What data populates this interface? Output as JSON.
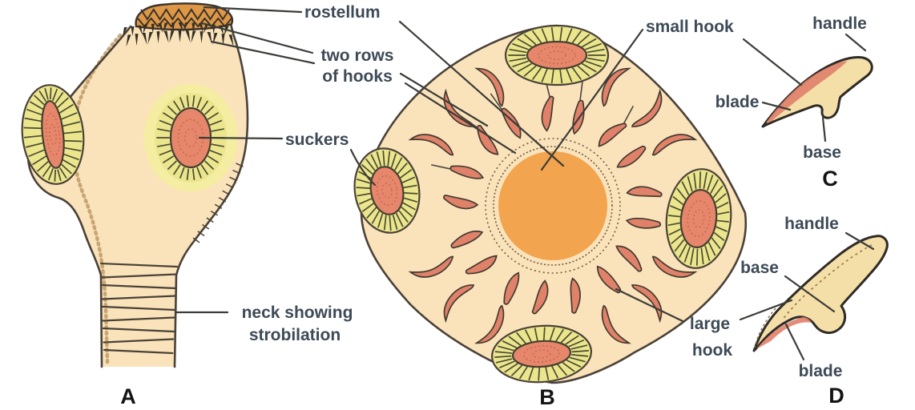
{
  "figure": {
    "kind": "labelled biology diagram, four panels"
  },
  "labels": {
    "rostellum": "rostellum",
    "two_rows_1": "two rows",
    "two_rows_2": "of hooks",
    "suckers": "suckers",
    "neck_1": "neck showing",
    "neck_2": "strobilation",
    "small_hook": "small hook",
    "handle_c": "handle",
    "blade_c": "blade",
    "base_c": "base",
    "handle_d": "handle",
    "base_d": "base",
    "large_1": "large",
    "large_2": "hook",
    "blade_d": "blade",
    "letter_a": "A",
    "letter_b": "B",
    "letter_c": "C",
    "letter_d": "D"
  },
  "colors": {
    "body": "#fae3bb",
    "outline": "#4a4238",
    "sucker_fringe": "#ebe68d",
    "sucker_center": "#e6876c",
    "hook_fill": "#e0816a",
    "rostellum_disc": "#f3a44e",
    "rostellum_cap": "#dd9747",
    "label_text": "#3d4a57",
    "leader_line": "#3c3c38",
    "panel_letter": "#141414"
  }
}
